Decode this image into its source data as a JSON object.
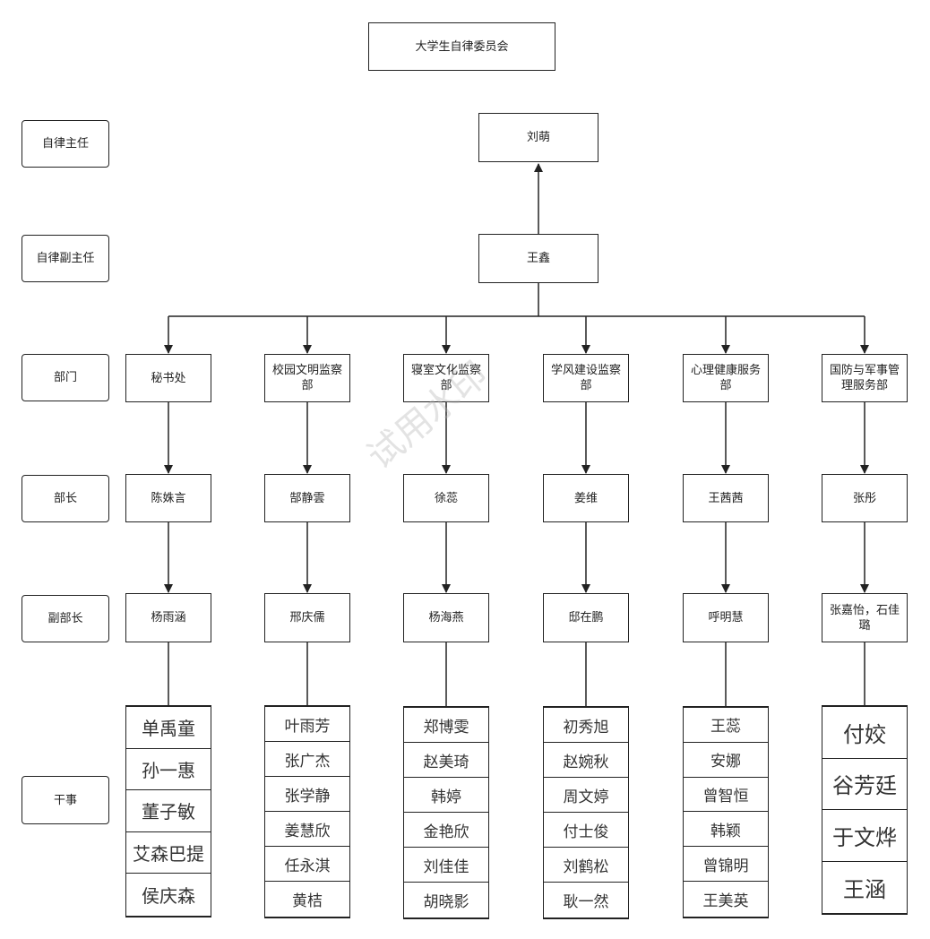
{
  "title": "大学生自律委员会",
  "levels": {
    "director": "自律主任",
    "deputy_director": "自律副主任",
    "department": "部门",
    "minister": "部长",
    "deputy_minister": "副部长",
    "staff": "干事"
  },
  "director_name": "刘萌",
  "deputy_director_name": "王鑫",
  "departments": [
    {
      "name": "秘书处",
      "minister": "陈姝言",
      "deputy": "杨雨涵",
      "staff": [
        "单禹童",
        "孙一惠",
        "董子敏",
        "艾森巴提",
        "侯庆森"
      ]
    },
    {
      "name": "校园文明监察部",
      "minister": "郜静雲",
      "deputy": "邢庆儒",
      "staff": [
        "叶雨芳",
        "张广杰",
        "张学静",
        "姜慧欣",
        "任永淇",
        "黄桔"
      ]
    },
    {
      "name": "寝室文化监察部",
      "minister": "徐蕊",
      "deputy": "杨海燕",
      "staff": [
        "郑博雯",
        "赵美琦",
        "韩婷",
        "金艳欣",
        "刘佳佳",
        "胡晓影"
      ]
    },
    {
      "name": "学风建设监察部",
      "minister": "姜维",
      "deputy": "邸在鹏",
      "staff": [
        "初秀旭",
        "赵婉秋",
        "周文婷",
        "付士俊",
        "刘鹤松",
        "耿一然"
      ]
    },
    {
      "name": "心理健康服务部",
      "minister": "王茜茜",
      "deputy": "呼明慧",
      "staff": [
        "王蕊",
        "安娜",
        "曾智恒",
        "韩颖",
        "曾锦明",
        "王美英"
      ]
    },
    {
      "name": "国防与军事管理服务部",
      "minister": "张彤",
      "deputy": "张嘉怡，石佳璐",
      "staff": [
        "付姣",
        "谷芳廷",
        "于文烨",
        "王涵"
      ]
    }
  ],
  "watermark": "试用水印"
}
